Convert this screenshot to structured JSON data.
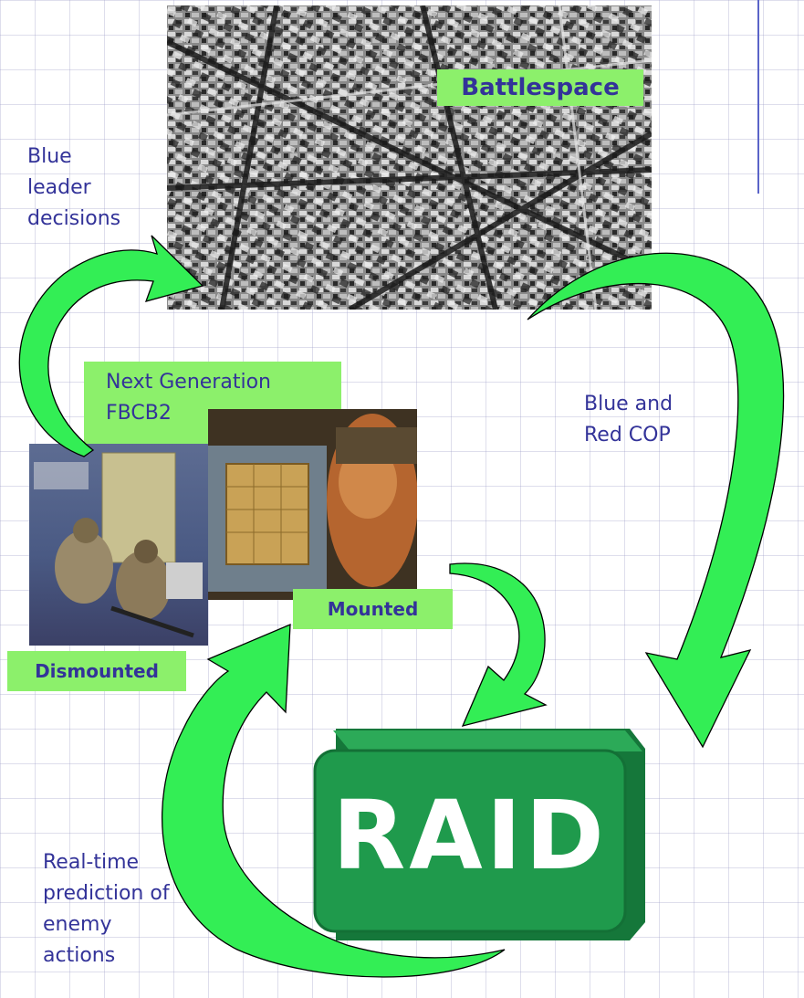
{
  "labels": {
    "battlespace": "Battlespace",
    "blue_leader_decisions": "Blue\nleader\ndecisions",
    "next_generation": "Next Generation\nFBCB2",
    "blue_red_cop": "Blue and\nRed COP",
    "mounted": "Mounted",
    "dismounted": "Dismounted",
    "raid": "RAID",
    "realtime_prediction": "Real-time\nprediction of\nenemy\nactions"
  },
  "colors": {
    "text": "#333399",
    "label_bg": "#8cf06b",
    "arrow_fill": "#33ee55",
    "raid_green": "#1f9a4c",
    "accent_line": "#5a64c8"
  }
}
